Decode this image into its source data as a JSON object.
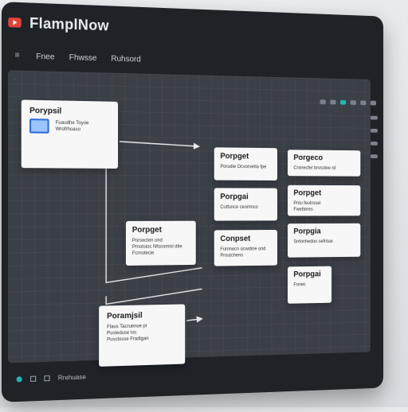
{
  "app": {
    "title": "FlamplNow"
  },
  "menu": {
    "items": [
      "Fnee",
      "Fhwsse",
      "Ruhsord"
    ]
  },
  "nodes": [
    {
      "title": "Porypsil",
      "lines": [
        "Fuaudhe Toyoe",
        "Wrofrhoaso"
      ]
    },
    {
      "title": "Porpget",
      "lines": [
        "Porudie Ocvorsetta fpe"
      ]
    },
    {
      "title": "Porpgai",
      "lines": [
        "Cutfunce ceomnco"
      ]
    },
    {
      "title": "Porpget",
      "lines": [
        "Porsecten ond",
        "Prnotsioc Nfocomisl dite",
        "Fcrnotecie"
      ]
    },
    {
      "title": "Conpset",
      "lines": [
        "Fomnecn ocwdine ond",
        "Proutchens"
      ]
    },
    {
      "title": "Poramjsil",
      "lines": [
        "Flaus Tacruenue pr",
        "Pusteduse ioc",
        "Pusctosse Fradlgan"
      ]
    },
    {
      "title": "Porgeco",
      "lines": [
        "Cronecfer brvcolee rd"
      ]
    },
    {
      "title": "Porpget",
      "lines": [
        "Pntu feutrosel",
        "Fwetteres"
      ]
    },
    {
      "title": "Porpgia",
      "lines": [
        "Snfonhedoo sefntue"
      ]
    },
    {
      "title": "Porpgai",
      "lines": [
        "Fonec"
      ]
    }
  ],
  "taskbar": {
    "label": "Rrehuase"
  }
}
